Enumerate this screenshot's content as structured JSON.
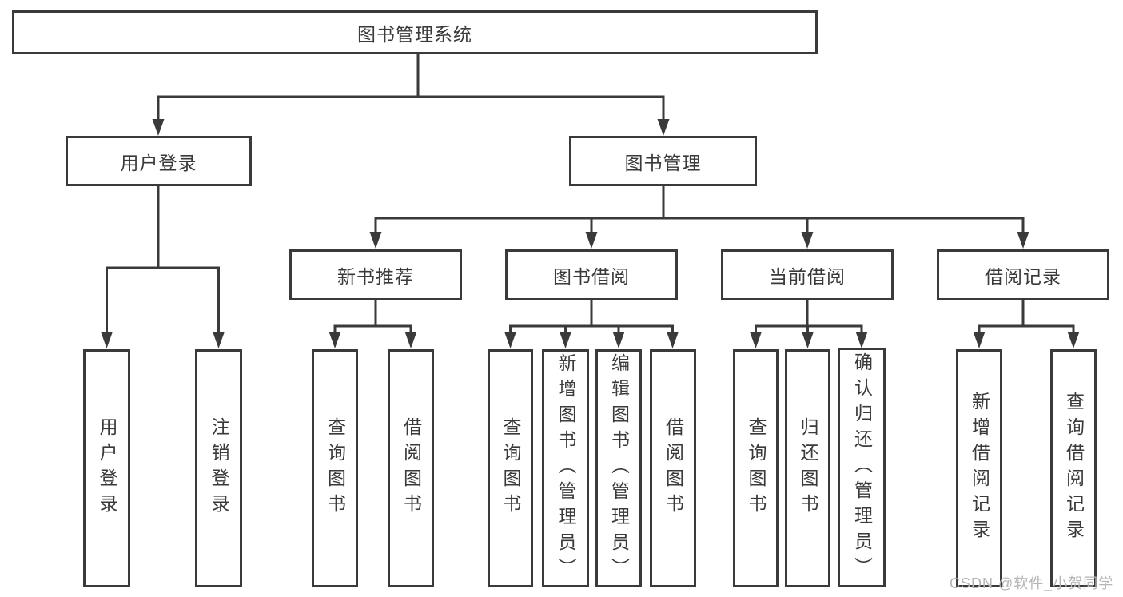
{
  "tree": {
    "root": "图书管理系统",
    "branches": [
      {
        "label": "用户登录",
        "children": [
          "用户登录",
          "注销登录"
        ]
      },
      {
        "label": "图书管理",
        "groups": [
          {
            "label": "新书推荐",
            "children": [
              "查询图书",
              "借阅图书"
            ]
          },
          {
            "label": "图书借阅",
            "children": [
              "查询图书",
              "新增图书（管理员）",
              "编辑图书（管理员）",
              "借阅图书"
            ]
          },
          {
            "label": "当前借阅",
            "children": [
              "查询图书",
              "归还图书",
              "确认归还（管理员）"
            ]
          },
          {
            "label": "借阅记录",
            "children": [
              "新增借阅记录",
              "查询借阅记录"
            ]
          }
        ]
      }
    ]
  },
  "watermark": {
    "text": "CSDN @软件_小贺同学"
  },
  "colors": {
    "line": "#3a3a3a",
    "node_border": "#3a3a3a",
    "text": "#3a3a3a",
    "watermark": "#b5b5b5",
    "background": "#ffffff"
  }
}
